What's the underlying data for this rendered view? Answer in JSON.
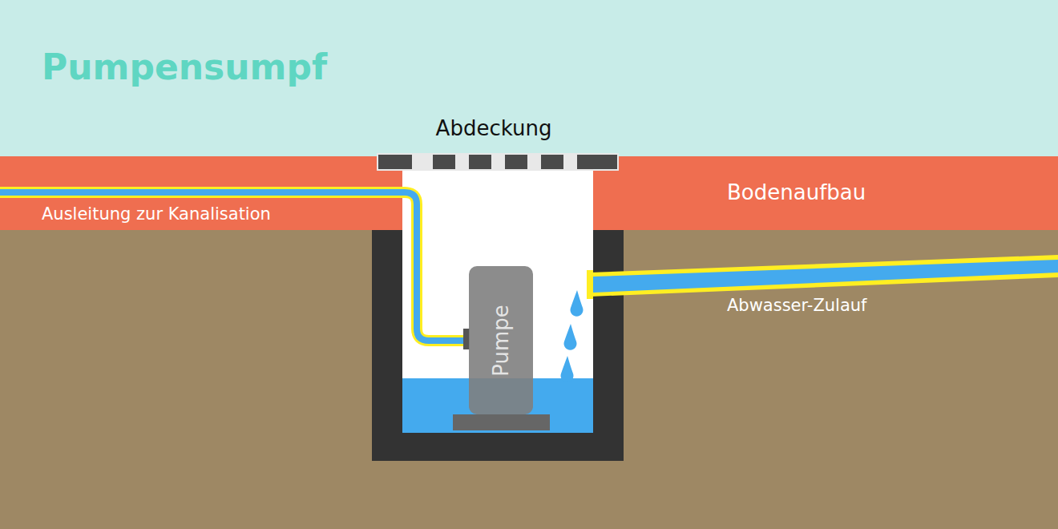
{
  "diagram": {
    "title": "Pumpensumpf",
    "nodes": [
      {
        "text": [
          "Pumpe"
        ]
      }
    ],
    "labels": [
      "Abdeckung",
      "Bodenaufbau",
      "Ausleitung zur Kanalisation",
      "Abwasser-Zulauf"
    ]
  }
}
